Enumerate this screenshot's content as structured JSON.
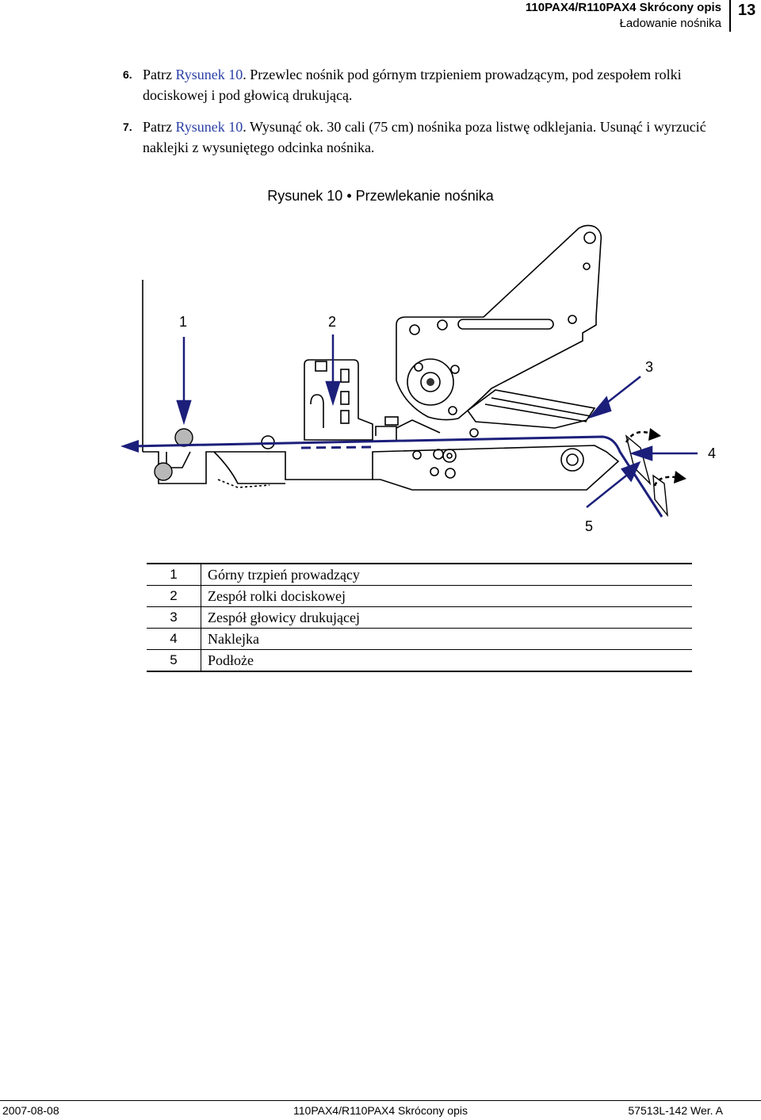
{
  "header": {
    "title": "110PAX4/R110PAX4 Skrócony opis",
    "section": "Ładowanie nośnika",
    "page_number": "13"
  },
  "steps": [
    {
      "number": "6.",
      "prefix": "Patrz ",
      "link": "Rysunek 10",
      "text": ". Przewlec nośnik pod górnym trzpieniem prowadzącym, pod zespołem rolki dociskowej i pod głowicą drukującą."
    },
    {
      "number": "7.",
      "prefix": "Patrz ",
      "link": "Rysunek 10",
      "text": ". Wysunąć ok. 30 cali (75 cm) nośnika poza listwę odklejania. Usunąć i wyrzucić naklejki z wysuniętego odcinka nośnika."
    }
  ],
  "figure": {
    "caption": "Rysunek 10 • Przewlekanie nośnika",
    "callouts": [
      "1",
      "2",
      "3",
      "4",
      "5"
    ],
    "accent_color": "#1c1f7a"
  },
  "legend": [
    {
      "num": "1",
      "label": "Górny trzpień prowadzący"
    },
    {
      "num": "2",
      "label": "Zespół rolki dociskowej"
    },
    {
      "num": "3",
      "label": "Zespół głowicy drukującej"
    },
    {
      "num": "4",
      "label": "Naklejka"
    },
    {
      "num": "5",
      "label": "Podłoże"
    }
  ],
  "footer": {
    "date": "2007-08-08",
    "center": "110PAX4/R110PAX4 Skrócony opis",
    "right": "57513L-142 Wer. A"
  }
}
